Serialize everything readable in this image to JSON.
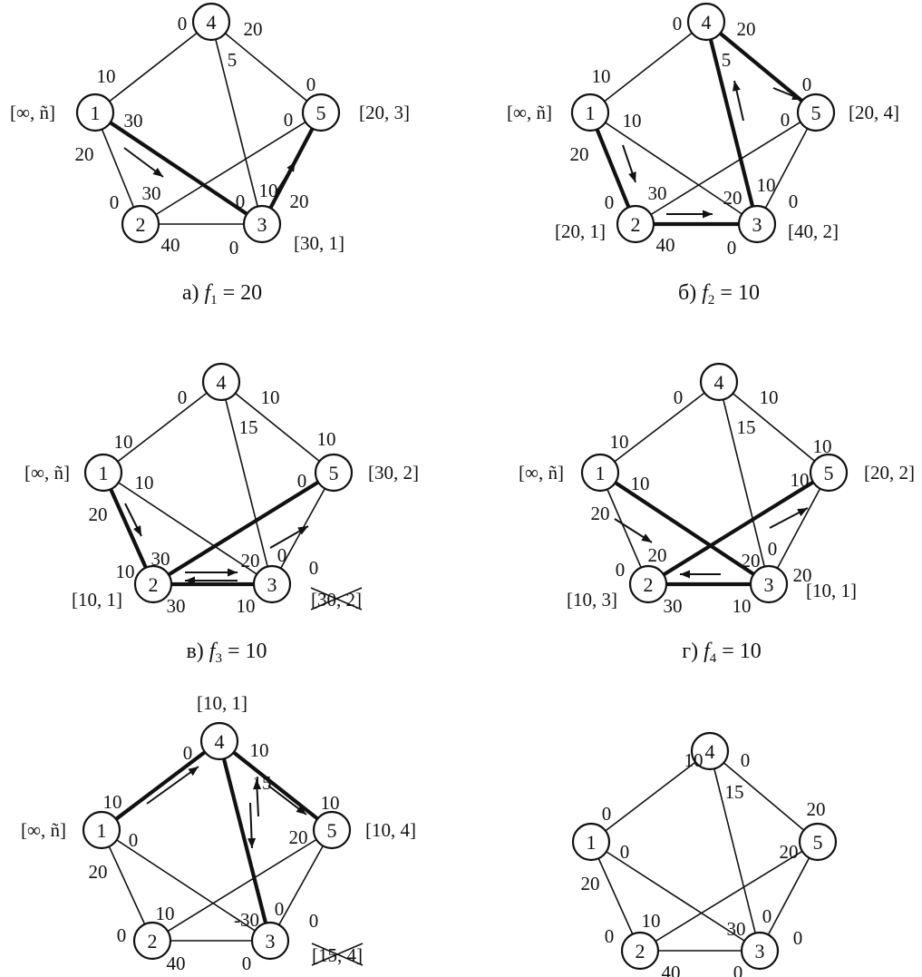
{
  "colors": {
    "ink": "#111111",
    "background": "#ffffff"
  },
  "panels": [
    {
      "caption_prefix": "а)",
      "caption_var": "f",
      "caption_sub": "1",
      "caption_value": "= 20",
      "node_labels": {
        "1": "[∞, ñ]",
        "2": "",
        "3": "[30, 1]",
        "4": "",
        "5": "[20, 3]"
      },
      "edge_caps": [
        {
          "text": "0"
        },
        {
          "text": "20"
        },
        {
          "text": "5"
        },
        {
          "text": "10"
        },
        {
          "text": "0"
        },
        {
          "text": "30"
        },
        {
          "text": "0"
        },
        {
          "text": "20"
        },
        {
          "text": "0"
        },
        {
          "text": "30"
        },
        {
          "text": "0"
        },
        {
          "text": "10"
        },
        {
          "text": "20"
        },
        {
          "text": "40"
        },
        {
          "text": "0"
        }
      ]
    },
    {
      "caption_prefix": "б)",
      "caption_var": "f",
      "caption_sub": "2",
      "caption_value": "= 10",
      "node_labels": {
        "1": "[∞, ñ]",
        "2": "[20, 1]",
        "3": "[40, 2]",
        "4": "",
        "5": "[20, 4]"
      },
      "edge_caps": [
        {
          "text": "0"
        },
        {
          "text": "20"
        },
        {
          "text": "5"
        },
        {
          "text": "10"
        },
        {
          "text": "0"
        },
        {
          "text": "10"
        },
        {
          "text": "0"
        },
        {
          "text": "20"
        },
        {
          "text": "0"
        },
        {
          "text": "30"
        },
        {
          "text": "20"
        },
        {
          "text": "10"
        },
        {
          "text": "0"
        },
        {
          "text": "40"
        },
        {
          "text": "0"
        }
      ]
    },
    {
      "caption_prefix": "в)",
      "caption_var": "f",
      "caption_sub": "3",
      "caption_value": "= 10",
      "node_labels": {
        "1": "[∞, ñ]",
        "2": "[10, 1]",
        "3": "[30, 2]",
        "4": "",
        "5": "[30, 2]"
      },
      "edge_caps": [
        {
          "text": "0"
        },
        {
          "text": "10"
        },
        {
          "text": "15"
        },
        {
          "text": "10"
        },
        {
          "text": "10"
        },
        {
          "text": "10"
        },
        {
          "text": "0"
        },
        {
          "text": "20"
        },
        {
          "text": "10"
        },
        {
          "text": "30"
        },
        {
          "text": "20"
        },
        {
          "text": "0"
        },
        {
          "text": "0"
        },
        {
          "text": "30"
        },
        {
          "text": "10"
        }
      ]
    },
    {
      "caption_prefix": "г)",
      "caption_var": "f",
      "caption_sub": "4",
      "caption_value": "= 10",
      "node_labels": {
        "1": "[∞, ñ]",
        "2": "[10, 3]",
        "3": "[10, 1]",
        "4": "",
        "5": "[20, 2]"
      },
      "edge_caps": [
        {
          "text": "0"
        },
        {
          "text": "10"
        },
        {
          "text": "15"
        },
        {
          "text": "10"
        },
        {
          "text": "10"
        },
        {
          "text": "10"
        },
        {
          "text": "10"
        },
        {
          "text": "20"
        },
        {
          "text": "0"
        },
        {
          "text": "20"
        },
        {
          "text": "20"
        },
        {
          "text": "0"
        },
        {
          "text": "20"
        },
        {
          "text": "30"
        },
        {
          "text": "10"
        }
      ]
    },
    {
      "caption_prefix": "",
      "caption_var": "",
      "caption_sub": "",
      "caption_value": "",
      "node_labels": {
        "1": "[∞, ñ]",
        "2": "",
        "3": "[15, 4]",
        "4": "[10, 1]",
        "5": "[10, 4]"
      },
      "edge_caps": [
        {
          "text": "0"
        },
        {
          "text": "10"
        },
        {
          "text": "15"
        },
        {
          "text": "10"
        },
        {
          "text": "10"
        },
        {
          "text": "0"
        },
        {
          "text": "20"
        },
        {
          "text": "20"
        },
        {
          "text": "0"
        },
        {
          "text": "10"
        },
        {
          "text": "-30"
        },
        {
          "text": "0"
        },
        {
          "text": "0"
        },
        {
          "text": "40"
        },
        {
          "text": "0"
        }
      ]
    },
    {
      "caption_prefix": "",
      "caption_var": "",
      "caption_sub": "",
      "caption_value": "",
      "node_labels": {
        "1": "",
        "2": "",
        "3": "",
        "4": "",
        "5": ""
      },
      "edge_caps": [
        {
          "text": "10"
        },
        {
          "text": "0"
        },
        {
          "text": "15"
        },
        {
          "text": "0"
        },
        {
          "text": "20"
        },
        {
          "text": "0"
        },
        {
          "text": "20"
        },
        {
          "text": "20"
        },
        {
          "text": "0"
        },
        {
          "text": "10"
        },
        {
          "text": "30"
        },
        {
          "text": "0"
        },
        {
          "text": "0"
        },
        {
          "text": "40"
        },
        {
          "text": "0"
        }
      ]
    }
  ],
  "node_numbers": [
    "1",
    "2",
    "3",
    "4",
    "5"
  ]
}
